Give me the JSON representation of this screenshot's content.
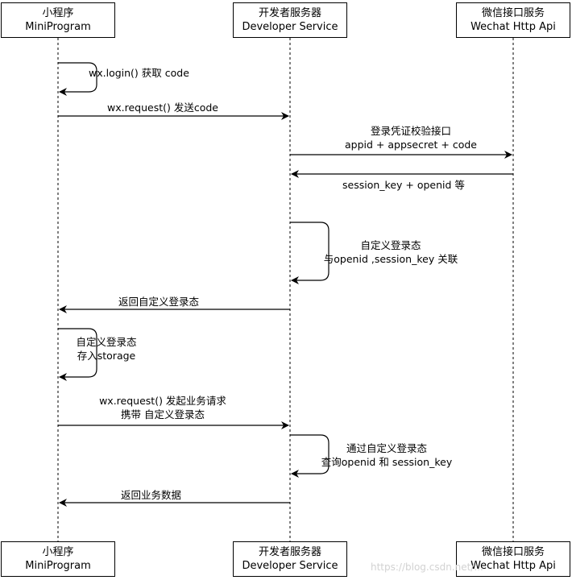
{
  "actors": [
    {
      "name": "小程序",
      "sub": "MiniProgram"
    },
    {
      "name": "开发者服务器",
      "sub": "Developer Service"
    },
    {
      "name": "微信接口服务",
      "sub": "Wechat Http Api"
    }
  ],
  "messages": {
    "m1": "wx.login() 获取 code",
    "m2": "wx.request() 发送code",
    "m3_l1": "登录凭证校验接口",
    "m3_l2": "appid + appsecret + code",
    "m4": "session_key + openid 等",
    "m5_l1": "自定义登录态",
    "m5_l2": "与openid ,session_key 关联",
    "m6": "返回自定义登录态",
    "m7_l1": "自定义登录态",
    "m7_l2": "存入storage",
    "m8_l1": "wx.request() 发起业务请求",
    "m8_l2": "携带 自定义登录态",
    "m9_l1": "通过自定义登录态",
    "m9_l2": "查询openid 和 session_key",
    "m10": "返回业务数据"
  },
  "watermark": "https://blog.csdn.net/..."
}
